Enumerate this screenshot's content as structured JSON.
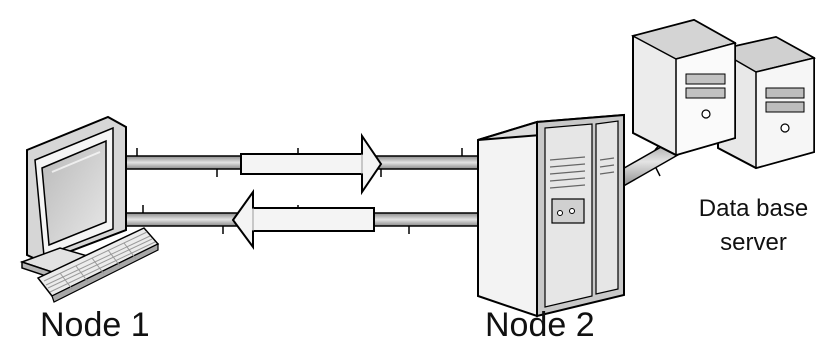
{
  "labels": {
    "node1": "Node 1",
    "node2": "Node 2",
    "db_line1": "Data base",
    "db_line2": "server"
  },
  "icons": {
    "workstation": "desktop-computer-icon",
    "node2": "tower-server-icon",
    "database": "database-server-icon",
    "request_arrow": "arrow-right-icon",
    "response_arrow": "arrow-left-icon"
  },
  "colors": {
    "stroke": "#000000",
    "cable_fill": "#d8d8d8",
    "arrow_fill": "#f4f4f4",
    "server_light": "#f2f2f2",
    "server_mid": "#cfcfcf",
    "server_dark": "#9a9a9a",
    "screen": "#cfcfcf"
  }
}
